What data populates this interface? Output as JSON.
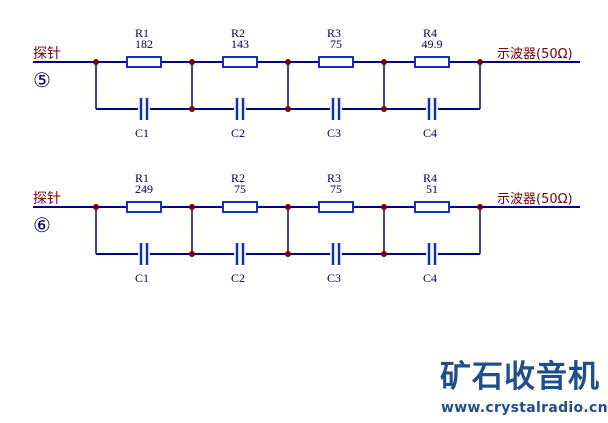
{
  "circuits": [
    {
      "marker": "⑤",
      "input_label": "探针",
      "output_label": "示波器(50Ω)",
      "resistors": [
        {
          "name": "R1",
          "value": "182"
        },
        {
          "name": "R2",
          "value": "143"
        },
        {
          "name": "R3",
          "value": "75"
        },
        {
          "name": "R4",
          "value": "49.9"
        }
      ],
      "capacitors": [
        "C1",
        "C2",
        "C3",
        "C4"
      ]
    },
    {
      "marker": "⑥",
      "input_label": "探针",
      "output_label": "示波器(50Ω)",
      "resistors": [
        {
          "name": "R1",
          "value": "249"
        },
        {
          "name": "R2",
          "value": "75"
        },
        {
          "name": "R3",
          "value": "75"
        },
        {
          "name": "R4",
          "value": "51"
        }
      ],
      "capacitors": [
        "C1",
        "C2",
        "C3",
        "C4"
      ]
    }
  ],
  "logo": {
    "title": "矿石收音机",
    "url": "www.crystalradio.cn"
  },
  "colors": {
    "wire": "#000080",
    "component": "#1a2fb8",
    "node": "#800000",
    "probe_label": "#800000",
    "text": "#000060"
  }
}
